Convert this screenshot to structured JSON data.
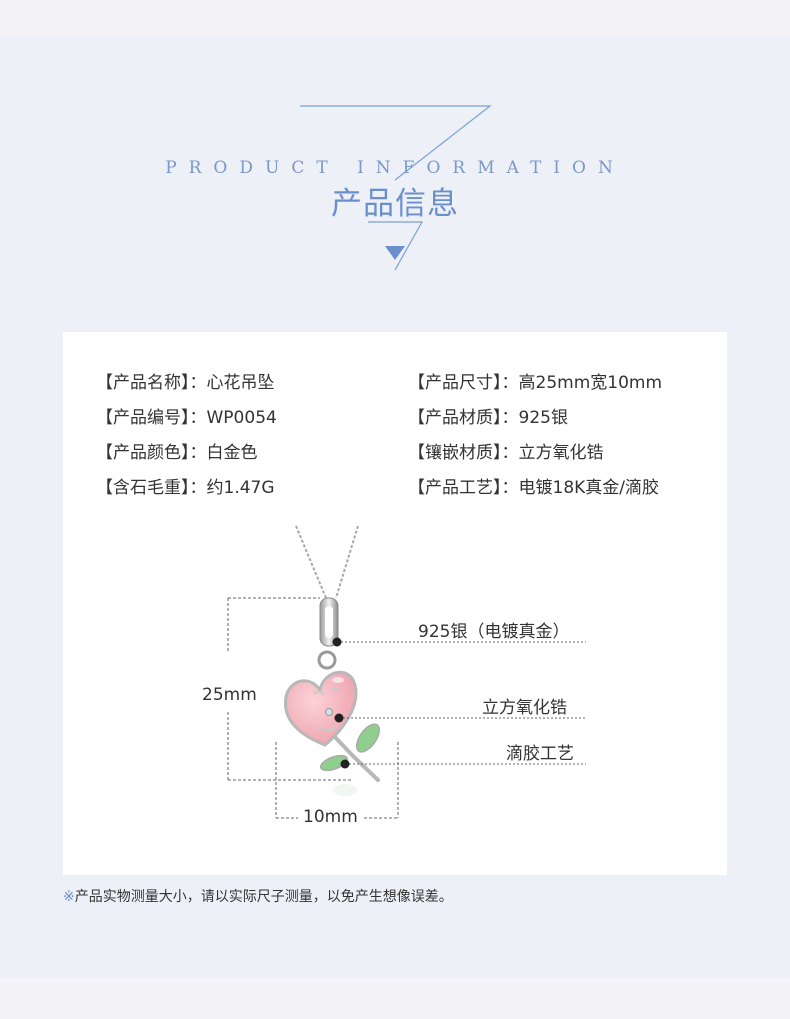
{
  "header": {
    "en_title": "PRODUCT INFORMATION",
    "cn_title": "产品信息"
  },
  "specs": {
    "left": [
      {
        "label": "【产品名称】：",
        "value": "心花吊坠"
      },
      {
        "label": "【产品编号】：",
        "value": "WP0054"
      },
      {
        "label": "【产品颜色】：",
        "value": "白金色"
      },
      {
        "label": "【含石毛重】：",
        "value": "约1.47G"
      }
    ],
    "right": [
      {
        "label": "【产品尺寸】：",
        "value": "高25mm宽10mm"
      },
      {
        "label": "【产品材质】：",
        "value": "925银"
      },
      {
        "label": "【镶嵌材质】：",
        "value": "立方氧化锆"
      },
      {
        "label": "【产品工艺】：",
        "value": "电镀18K真金/滴胶"
      }
    ]
  },
  "diagram": {
    "height_label": "25mm",
    "width_label": "10mm",
    "callouts": [
      "925银（电镀真金）",
      "立方氧化锆",
      "滴胶工艺"
    ]
  },
  "footer": {
    "mark": "※",
    "note": "产品实物测量大小，请以实际尺子测量，以免产生想像误差。"
  },
  "colors": {
    "accent": "#6a8fcc",
    "background": "#eef0f8",
    "heart_pink": "#f4b6bf",
    "leaf_green": "#8fce8c"
  }
}
